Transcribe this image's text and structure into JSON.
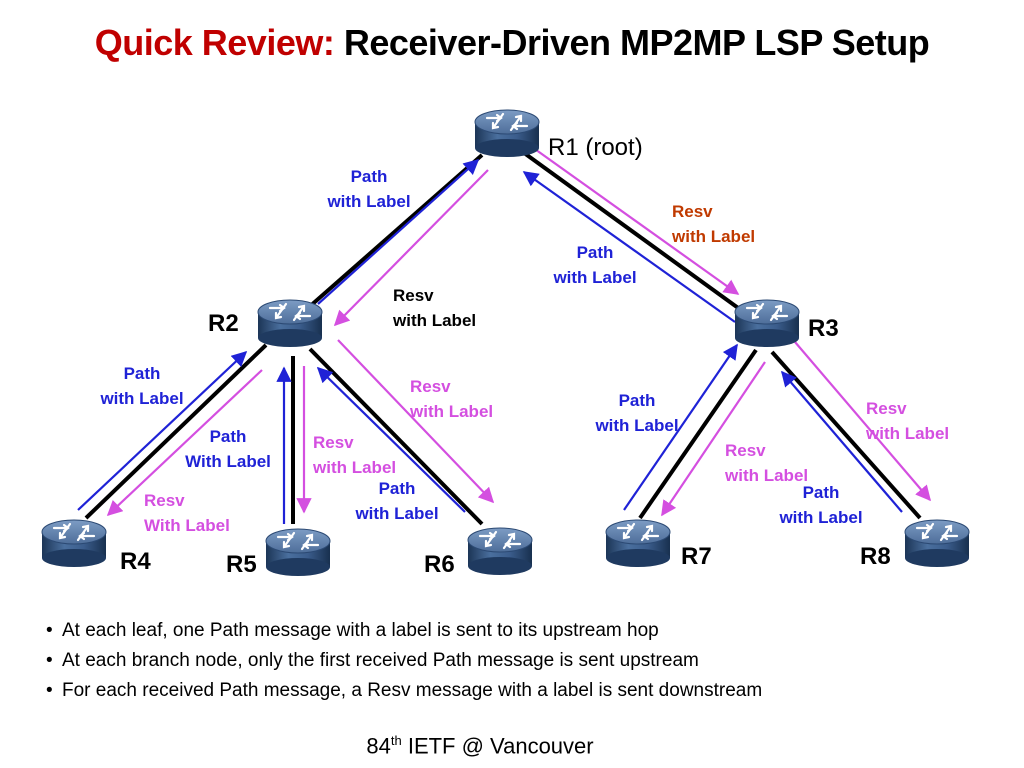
{
  "title": {
    "prefix": "Quick Review:",
    "rest": "Receiver-Driven MP2MP LSP Setup"
  },
  "colors": {
    "title_prefix": "#c00000",
    "path_message": "#1f22d6",
    "resv_message": "#d44fe0",
    "resv_highlight": "#c03a00",
    "link": "#000000",
    "router_body": "#3b5d8c"
  },
  "routers": {
    "r1": "R1 (root)",
    "r2": "R2",
    "r3": "R3",
    "r4": "R4",
    "r5": "R5",
    "r6": "R6",
    "r7": "R7",
    "r8": "R8"
  },
  "message_labels": {
    "r2_r1_path": [
      "Path",
      "with Label"
    ],
    "r1_r2_resv": [
      "Resv",
      "with Label"
    ],
    "r3_r1_path": [
      "Path",
      "with Label"
    ],
    "r1_r3_resv": [
      "Resv",
      "with Label"
    ],
    "r4_r2_path": [
      "Path",
      "with Label"
    ],
    "r2_r4_resv": [
      "Resv",
      "With Label"
    ],
    "r5_r2_path": [
      "Path",
      "With Label"
    ],
    "r2_r5_resv": [
      "Resv",
      "with Label"
    ],
    "r6_r2_path": [
      "Path",
      "with Label"
    ],
    "r2_r6_resv": [
      "Resv",
      "with Label"
    ],
    "r7_r3_path": [
      "Path",
      "with Label"
    ],
    "r3_r7_resv": [
      "Resv",
      "with Label"
    ],
    "r8_r3_path": [
      "Path",
      "with Label"
    ],
    "r3_r8_resv": [
      "Resv",
      "with Label"
    ]
  },
  "bullets": [
    "At each leaf, one Path message with a label is sent to its upstream hop",
    "At each branch node, only the first received Path message is sent upstream",
    "For each received Path message, a Resv message with a label is sent downstream"
  ],
  "footer": {
    "number": "84",
    "suffix": "th",
    "text": " IETF @ Vancouver"
  }
}
